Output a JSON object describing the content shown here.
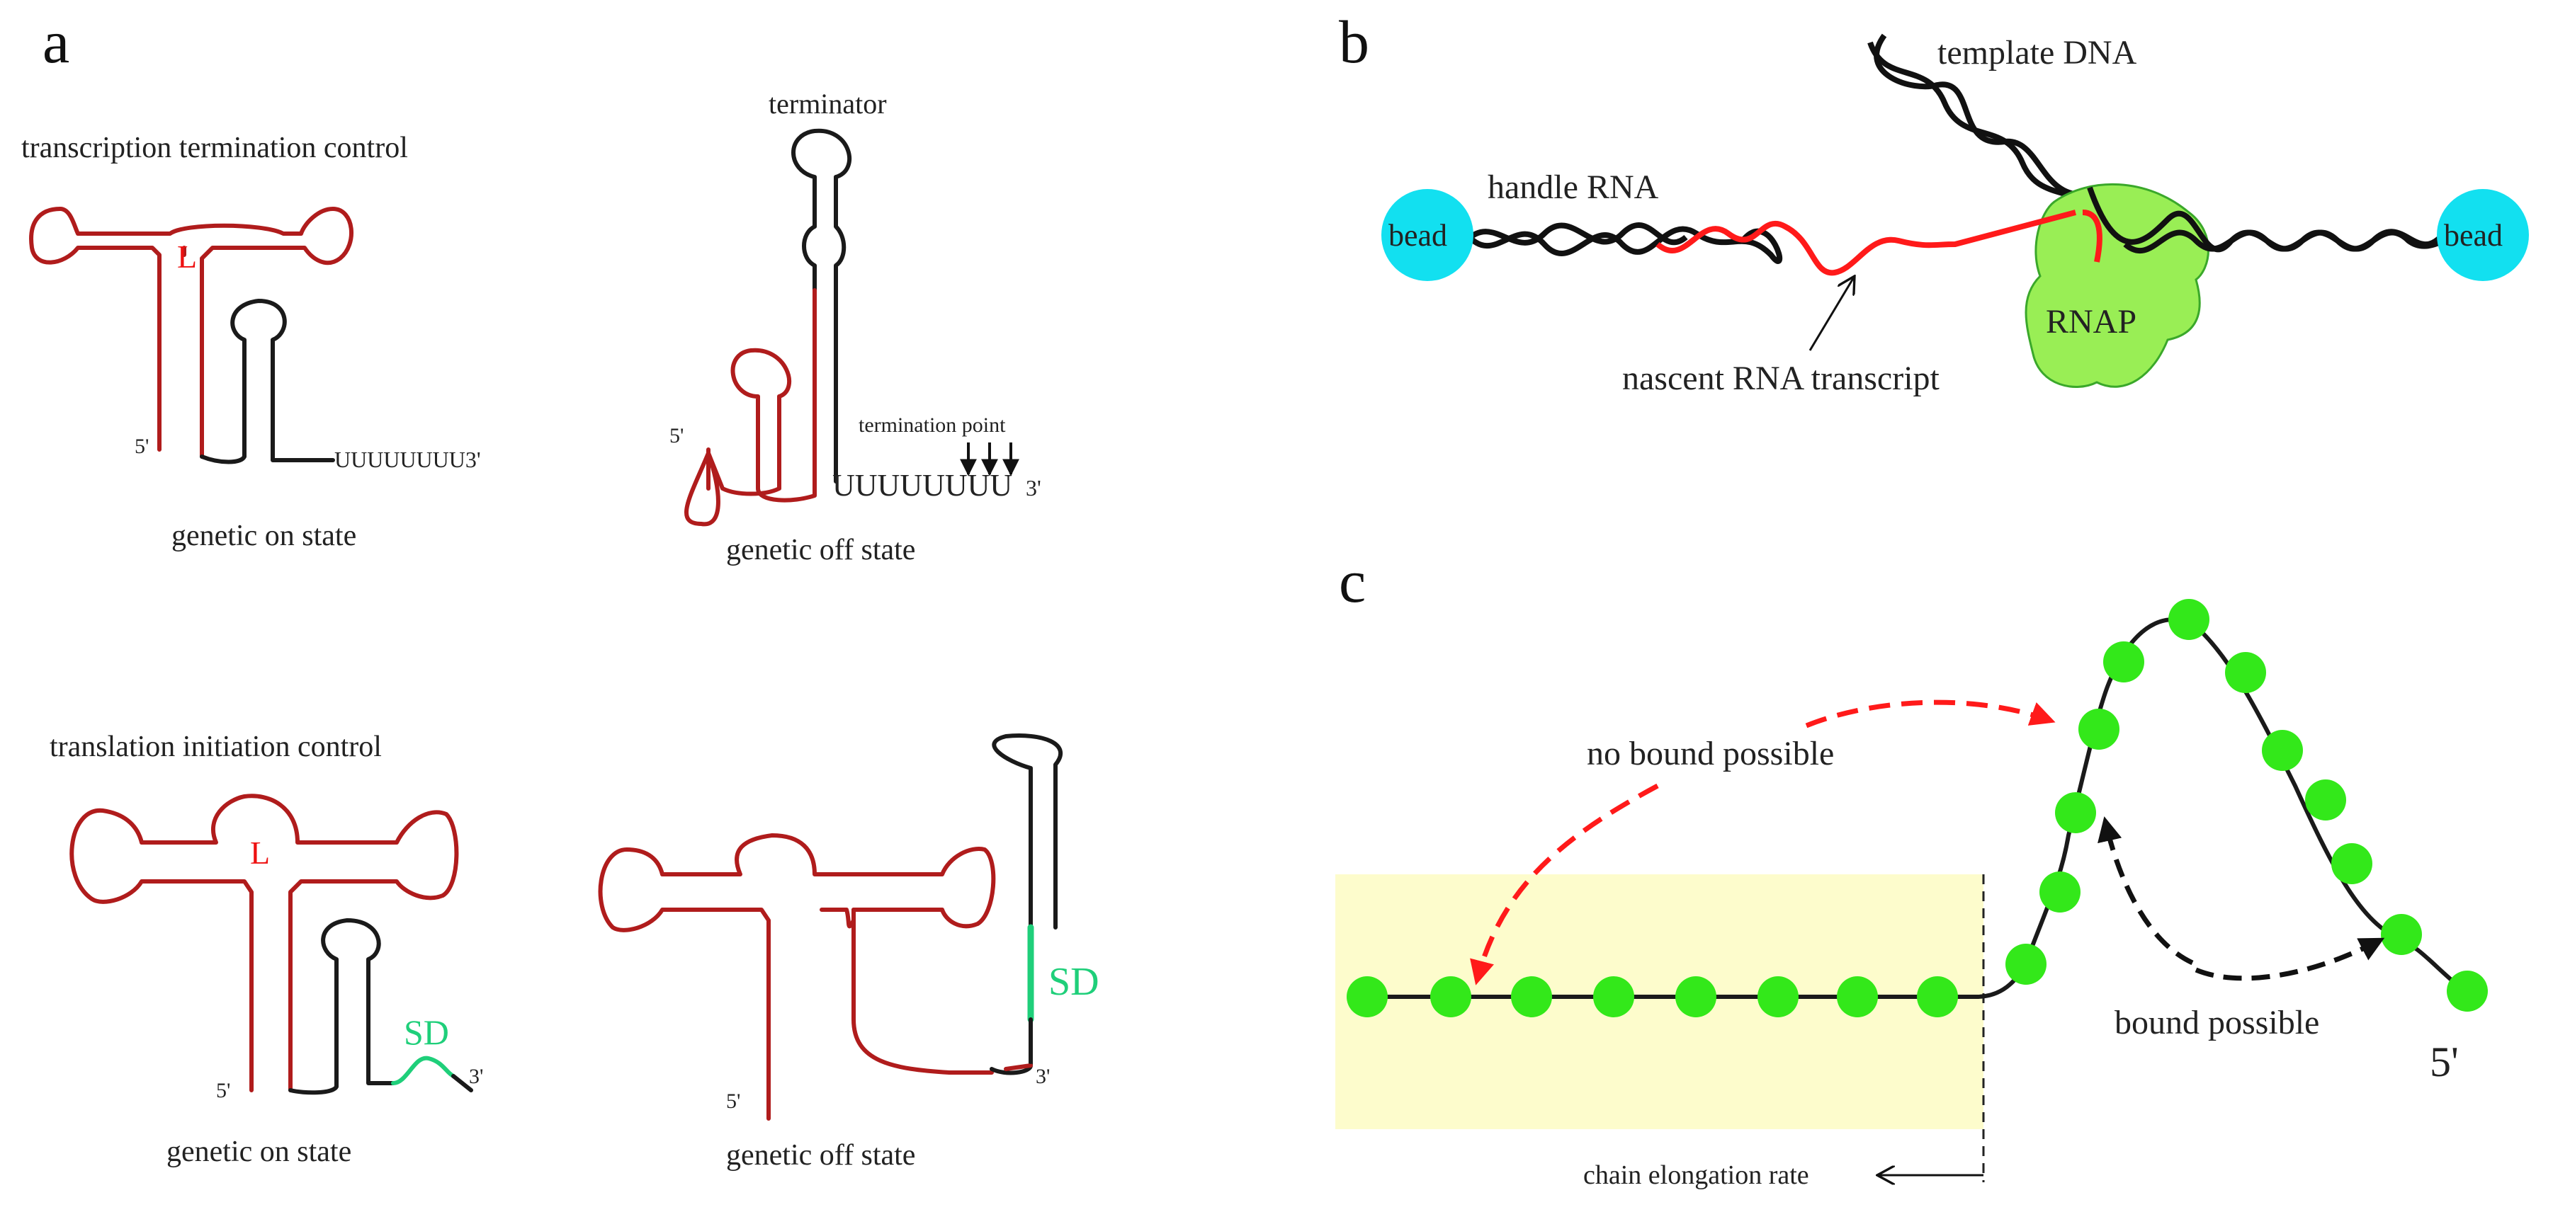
{
  "panels": {
    "a": "a",
    "b": "b",
    "c": "c"
  },
  "panel_a": {
    "transcription_title": "transcription termination control",
    "translation_title": "translation initiation control",
    "loop_label_L": "L",
    "terminator_label": "terminator",
    "termination_point_label": "termination point",
    "uuu_tail_on": "UUUUUUUU3'",
    "uuu_tail_off": "UUUUUUUU",
    "three_prime": "3'",
    "five_prime": "5'",
    "sd_label": "SD",
    "genetic_on_state": "genetic on state",
    "genetic_off_state": "genetic off state"
  },
  "panel_b": {
    "template_dna": "template DNA",
    "handle_rna": "handle RNA",
    "bead": "bead",
    "rnap": "RNAP",
    "nascent_rna": "nascent RNA transcript"
  },
  "panel_c": {
    "no_bound": "no bound possible",
    "bound_possible": "bound possible",
    "five_prime": "5'",
    "chain_elongation": "chain elongation rate"
  },
  "colors": {
    "rna_red": "#b01c1c",
    "bead_cyan": "#12e0f0",
    "rnap_green": "#99ee55",
    "nucleotide_green": "#33e81a",
    "sd_green": "#1fcf7a",
    "shaded_region": "#fdfccc"
  }
}
